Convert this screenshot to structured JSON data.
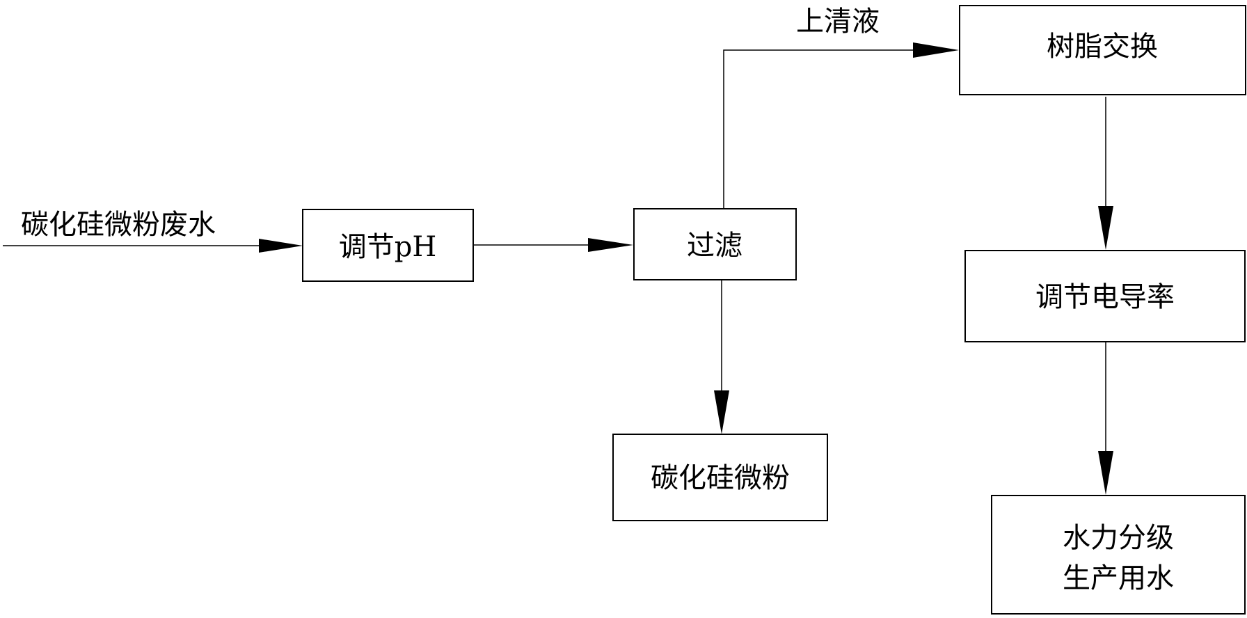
{
  "input_label": "碳化硅微粉废水",
  "nodes": {
    "adjust_ph": {
      "text_cn": "调节",
      "text_latin": "pH"
    },
    "filter": "过滤",
    "resin": "树脂交换",
    "powder": "碳化硅微粉",
    "conductivity": "调节电导率",
    "final": {
      "line1": "水力分级",
      "line2": "生产用水"
    }
  },
  "edge_labels": {
    "supernatant": "上清液"
  }
}
